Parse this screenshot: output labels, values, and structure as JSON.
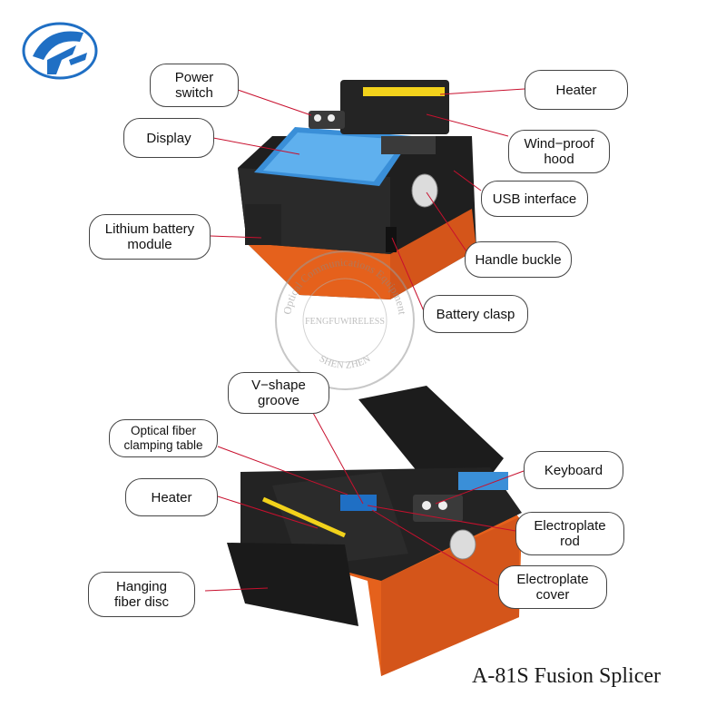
{
  "callouts": {
    "power_switch": "Power\nswitch",
    "display": "Display",
    "lithium_battery_module": "Lithium battery\nmodule",
    "heater_top": "Heater",
    "wind_proof_hood": "Wind−proof\nhood",
    "usb_interface": "USB interface",
    "handle_buckle": "Handle buckle",
    "battery_clasp": "Battery clasp",
    "v_shape_groove": "V−shape\ngroove",
    "optical_fiber_clamping_table": "Optical fiber\nclamping table",
    "heater_bottom": "Heater",
    "hanging_fiber_disc": "Hanging\nfiber disc",
    "keyboard": "Keyboard",
    "electroplate_rod": "Electroplate\nrod",
    "electroplate_cover": "Electroplate\ncover"
  },
  "caption": "A-81S Fusion Splicer",
  "watermark": {
    "ring_text": "Optical Communications Equipment",
    "center_text": "FENGFUWIRELESS",
    "bottom_text": "SHEN ZHEN"
  },
  "colors": {
    "body_orange": "#e5611c",
    "body_black": "#1f1f1f",
    "screen_blue": "#3a8fd8",
    "logo_blue": "#1f6fc4",
    "heater_yellow": "#f2d21b",
    "leader_red": "#c8102e"
  }
}
